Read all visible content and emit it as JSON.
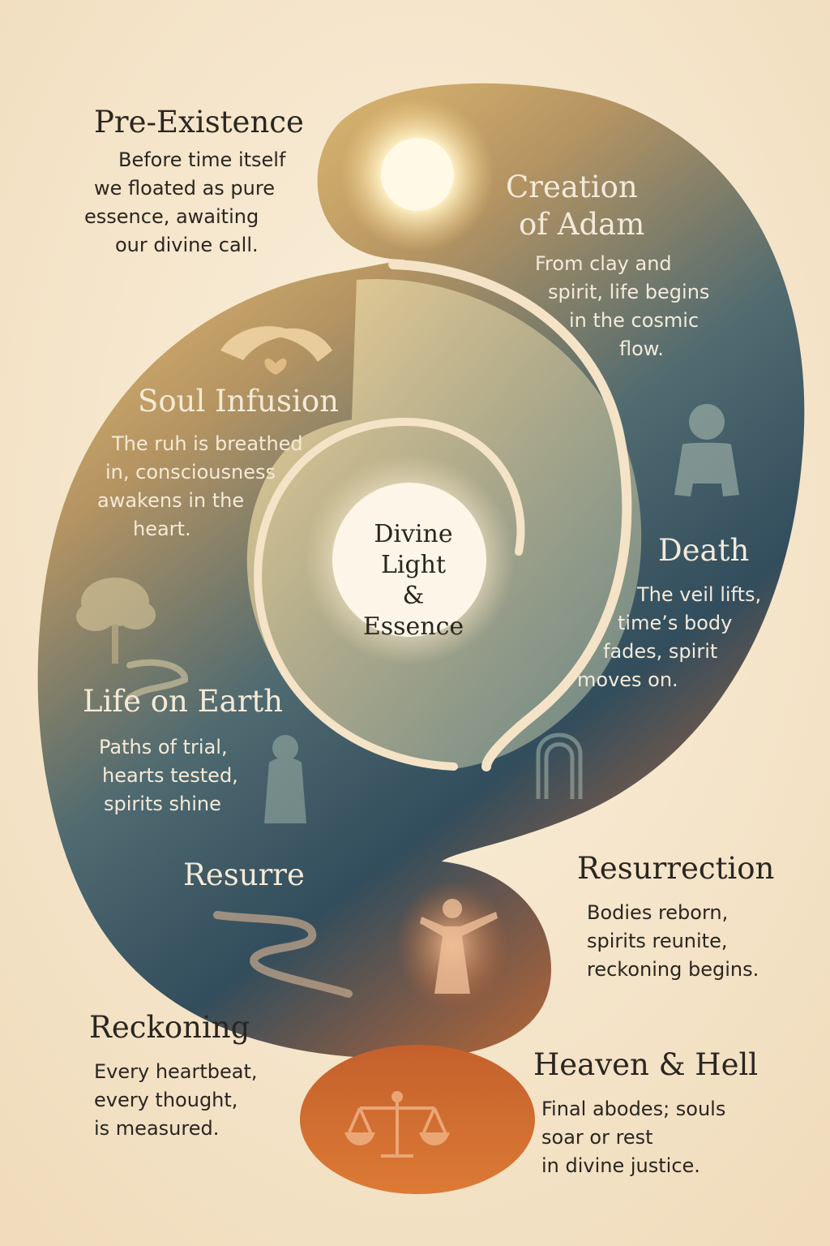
{
  "center": {
    "lines": [
      "Divine",
      "Light",
      "& Essence"
    ]
  },
  "stages": {
    "pre_existence": {
      "title": "Pre-Existence",
      "lines": [
        "Before time itself",
        "we floated as pure",
        "essence, awaiting",
        "our divine call."
      ]
    },
    "creation_of_adam": {
      "title_lines": [
        "Creation",
        "of Adam"
      ],
      "lines": [
        "From clay and",
        "spirit, life begins",
        "in the cosmic",
        "flow."
      ]
    },
    "soul_infusion": {
      "title": "Soul Infusion",
      "lines": [
        "The ruh is breathed",
        "in, consciousness",
        "awakens in the",
        "heart."
      ]
    },
    "death": {
      "title": "Death",
      "lines": [
        "The veil lifts,",
        "time’s body",
        "fades, spirit",
        "moves on."
      ]
    },
    "life_on_earth": {
      "title": "Life on Earth",
      "lines": [
        "Paths of trial,",
        "hearts tested,",
        "spirits shine"
      ]
    },
    "resurre_fragment": {
      "title": "Resurre"
    },
    "resurrection": {
      "title": "Resurrection",
      "lines": [
        "Bodies reborn,",
        "spirits reunite,",
        "reckoning begins."
      ]
    },
    "reckoning": {
      "title": "Reckoning",
      "lines": [
        "Every heartbeat,",
        "every thought,",
        "is measured."
      ]
    },
    "heaven_and_hell": {
      "title": "Heaven & Hell",
      "lines": [
        "Final abodes; souls",
        "soar or rest",
        "in divine justice."
      ]
    }
  },
  "icons": [
    "sun-icon",
    "cupped-hands-heart-icon",
    "standing-figure-icon",
    "tree-icon",
    "cloaked-figure-icon",
    "arched-door-icon",
    "raised-arms-figure-icon",
    "winding-path-icon",
    "scales-of-justice-icon"
  ],
  "colors": {
    "background": "#f4e6cf",
    "gold": "#e7bd6c",
    "teal": "#3f5a66",
    "ochre": "#9a6a3e",
    "orange": "#c9652b",
    "text_dark": "#2a2620",
    "text_light": "#f5ead7"
  }
}
